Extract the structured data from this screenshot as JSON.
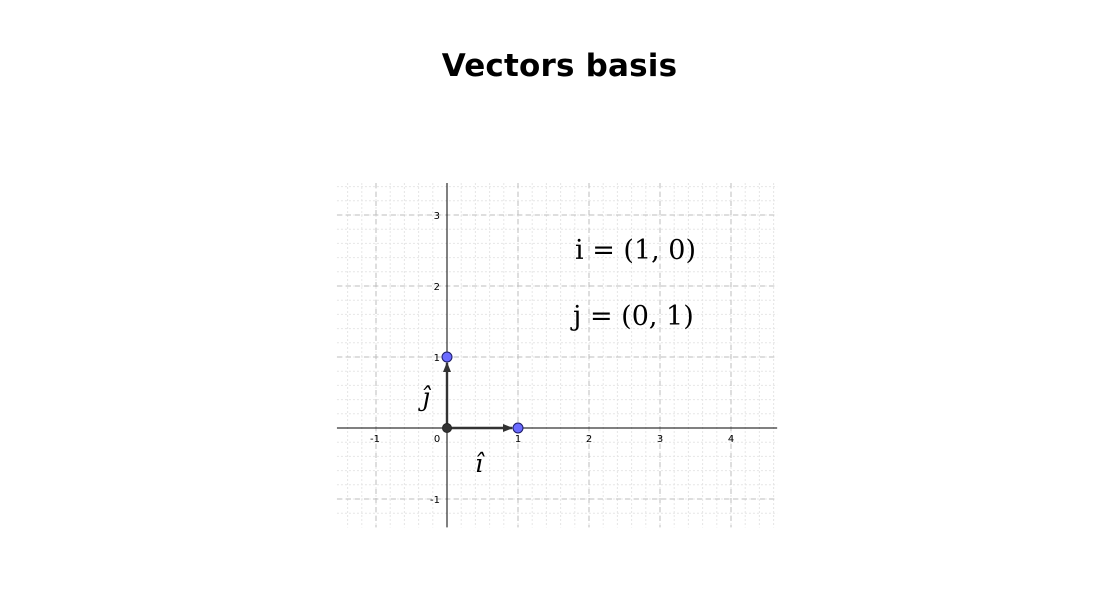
{
  "page": {
    "title": "Vectors basis"
  },
  "diagram": {
    "axes": {
      "x_range": [
        -1.55,
        4.65
      ],
      "y_range": [
        -1.4,
        3.45
      ],
      "x_ticks": [
        -1,
        1,
        2,
        3,
        4
      ],
      "y_ticks": [
        -1,
        1,
        2,
        3
      ],
      "x_tick_labels": [
        "-1",
        "1",
        "2",
        "3",
        "4"
      ],
      "y_tick_labels": [
        "-1",
        "1",
        "2",
        "3"
      ],
      "origin_label": "0",
      "major_step": 1,
      "minor_step": 0.2,
      "grid": true
    },
    "vectors": [
      {
        "name": "i-hat",
        "from": [
          0,
          0
        ],
        "to": [
          1,
          0
        ],
        "label": "î"
      },
      {
        "name": "j-hat",
        "from": [
          0,
          0
        ],
        "to": [
          0,
          1
        ],
        "label": "ĵ"
      }
    ],
    "equations": {
      "i_eq": "i = (1, 0)",
      "j_eq": "j = (0, 1)"
    },
    "colors": {
      "vector": "#333333",
      "point_fill": "#6b6bff",
      "point_stroke": "#1a1a66",
      "origin_point": "#333333",
      "major_grid": "#bdbdbd",
      "minor_grid": "#e6e6e6",
      "axis": "#000000"
    }
  }
}
